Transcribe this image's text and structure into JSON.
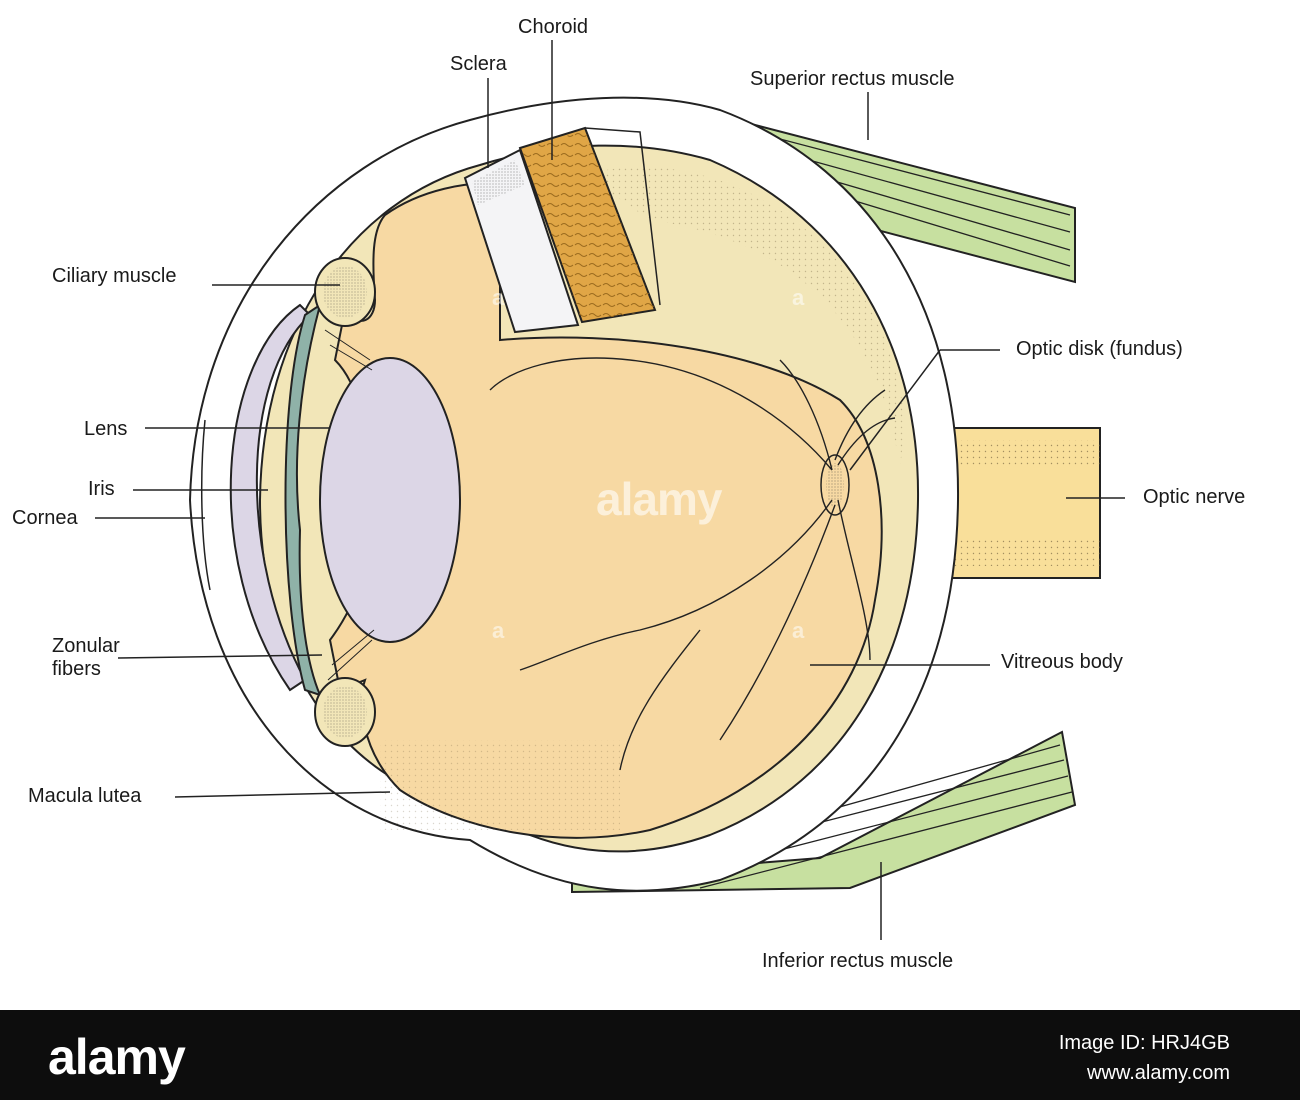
{
  "labels": {
    "choroid": "Choroid",
    "sclera": "Sclera",
    "superior_rectus": "Superior rectus muscle",
    "ciliary_muscle": "Ciliary muscle",
    "optic_disk": "Optic disk (fundus)",
    "lens": "Lens",
    "iris": "Iris",
    "cornea": "Cornea",
    "optic_nerve": "Optic nerve",
    "zonular_fibers": "Zonular\nfibers",
    "vitreous_body": "Vitreous body",
    "macula_lutea": "Macula lutea",
    "inferior_rectus": "Inferior rectus muscle"
  },
  "watermark": {
    "brand": "alamy",
    "mark": "a"
  },
  "footer": {
    "brand": "alamy",
    "image_id": "Image ID: HRJ4GB",
    "site": "www.alamy.com"
  },
  "colors": {
    "vitreous": "#f7d9a3",
    "sclera_outer": "#ffffff",
    "lens_cornea": "#dcd6e6",
    "iris": "#8fb2a8",
    "choroid": "#e0a646",
    "retina_band": "#f2e6b8",
    "muscle": "#c7e0a0",
    "optic_nerve": "#f9df9a",
    "footer_bg": "#0d0d0d"
  }
}
